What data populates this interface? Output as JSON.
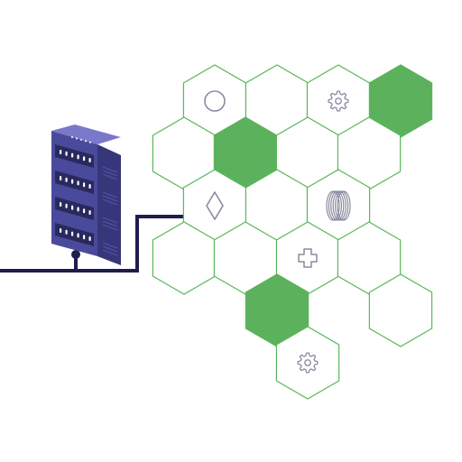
{
  "colors": {
    "hex_stroke": "#5cb85c",
    "hex_fill_active": "#5cb25c",
    "hex_fill_empty": "#ffffff",
    "cable": "#1f1d4d",
    "server_front": "#4a4a9c",
    "server_side": "#37367a",
    "server_top": "#7a78c8",
    "server_slot": "#2a295e",
    "icon_stroke": "#8a8aa0"
  },
  "diagram": {
    "hexagons": [
      {
        "state": "empty",
        "icon": "circle-icon"
      },
      {
        "state": "empty",
        "icon": ""
      },
      {
        "state": "empty",
        "icon": "gear-icon"
      },
      {
        "state": "filled",
        "icon": ""
      },
      {
        "state": "empty",
        "icon": ""
      },
      {
        "state": "filled",
        "icon": ""
      },
      {
        "state": "empty",
        "icon": ""
      },
      {
        "state": "empty",
        "icon": ""
      },
      {
        "state": "empty",
        "icon": "diamond-icon"
      },
      {
        "state": "empty",
        "icon": ""
      },
      {
        "state": "empty",
        "icon": "coil-icon"
      },
      {
        "state": "empty",
        "icon": ""
      },
      {
        "state": "empty",
        "icon": ""
      },
      {
        "state": "empty",
        "icon": "puzzle-icon"
      },
      {
        "state": "empty",
        "icon": ""
      },
      {
        "state": "filled",
        "icon": ""
      },
      {
        "state": "empty",
        "icon": ""
      },
      {
        "state": "empty",
        "icon": "gear-icon"
      }
    ],
    "server": {
      "icon": "server-rack-icon",
      "units": 4
    }
  }
}
